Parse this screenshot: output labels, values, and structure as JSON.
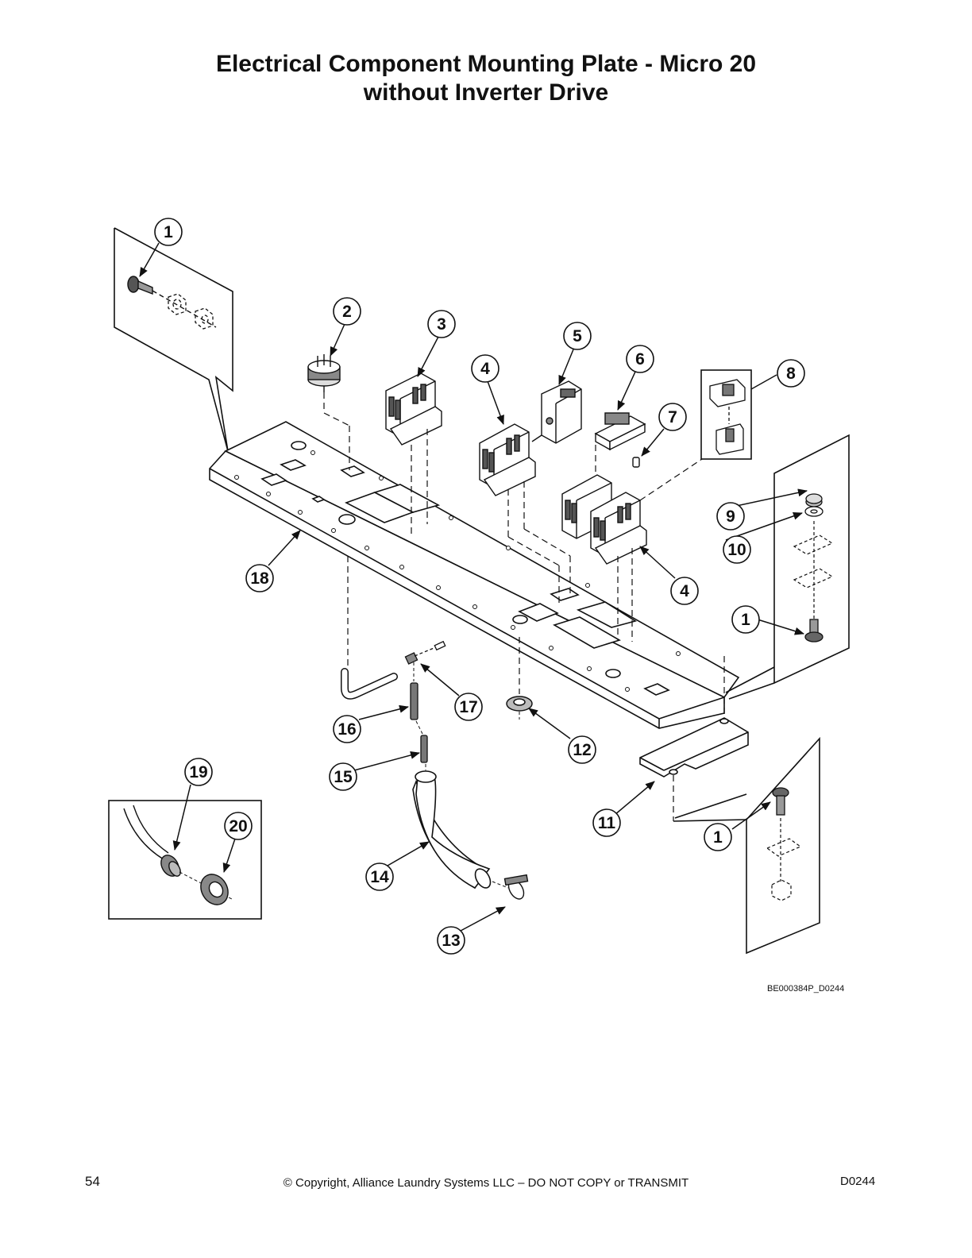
{
  "title": {
    "line1": "Electrical Component Mounting Plate - Micro 20",
    "line2": "without Inverter Drive"
  },
  "drawing_id": "BE000384P_D0244",
  "footer": {
    "page_number": "54",
    "copyright": "© Copyright, Alliance Laundry Systems LLC – DO NOT COPY or TRANSMIT",
    "doc_code": "D0244"
  },
  "callouts": [
    "1",
    "2",
    "3",
    "4",
    "5",
    "6",
    "7",
    "8",
    "9",
    "10",
    "18",
    "4",
    "1",
    "17",
    "12",
    "16",
    "15",
    "19",
    "20",
    "11",
    "1",
    "14",
    "13"
  ]
}
